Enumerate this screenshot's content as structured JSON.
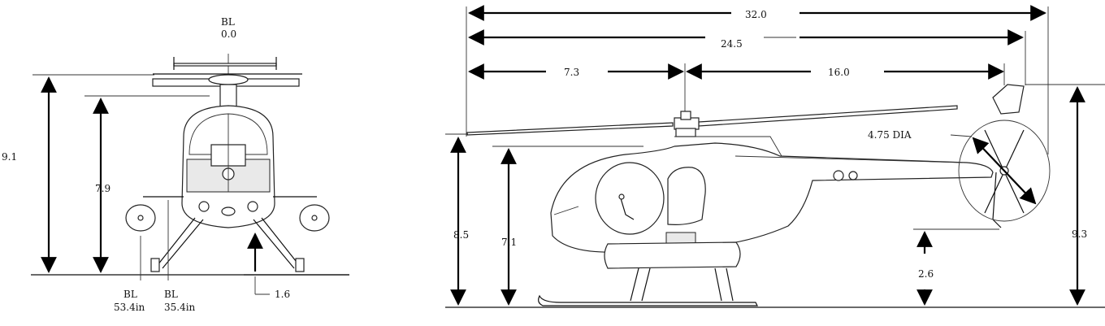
{
  "front_view": {
    "bl_center": "BL\n0.0",
    "bl_center_line1": "BL",
    "bl_center_line2": "0.0",
    "height_overall": "9.1",
    "height_cabin": "7.9",
    "ground_clearance": "1.6",
    "bl_outer_line1": "BL",
    "bl_outer_line2": "53.4in",
    "bl_inner_line1": "BL",
    "bl_inner_line2": "35.4in"
  },
  "side_view": {
    "length_overall": "32.0",
    "length_fuselage": "24.5",
    "forward_to_mast": "7.3",
    "mast_to_tail": "16.0",
    "tail_rotor_dia": "4.75 DIA",
    "height_rotor": "8.5",
    "height_cabin": "7.1",
    "height_tail": "9.3",
    "tail_clearance": "2.6"
  }
}
